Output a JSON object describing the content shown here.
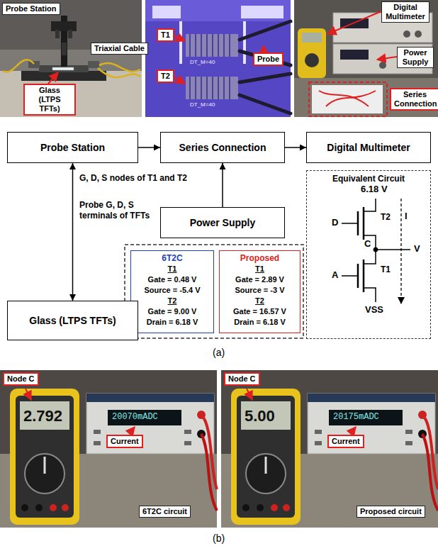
{
  "diagram": {
    "nodes": [
      {
        "text": [
          "Probe Station"
        ]
      },
      {
        "text": [
          "Triaxial Cable"
        ]
      },
      {
        "text": [
          "Glass (LTPS TFTs)"
        ]
      },
      {
        "text": [
          "T1"
        ]
      },
      {
        "text": [
          "T2"
        ]
      },
      {
        "text": [
          "Probe"
        ]
      },
      {
        "text": [
          "Digital Multimeter"
        ]
      },
      {
        "text": [
          "Power Supply"
        ]
      },
      {
        "text": [
          "Series Connection"
        ]
      },
      {
        "text": [
          "Probe Station"
        ]
      },
      {
        "text": [
          "Series Connection"
        ]
      },
      {
        "text": [
          "Digital Multimeter"
        ]
      },
      {
        "text": [
          "Equivalent Circuit"
        ]
      },
      {
        "text": [
          "Power Supply"
        ]
      },
      {
        "text": [
          "6T2C",
          "T1",
          "Gate = 0.48 V",
          "Source = -5.4 V",
          "T2",
          "Gate = 9.00 V",
          "Drain = 6.18 V"
        ]
      },
      {
        "text": [
          "Proposed",
          "T1",
          "Gate = 2.89 V",
          "Source = -3 V",
          "T2",
          "Gate = 16.57 V",
          "Drain = 6.18 V"
        ]
      },
      {
        "text": [
          "Glass (LTPS TFTs)"
        ]
      },
      {
        "text": [
          "Node C"
        ]
      },
      {
        "text": [
          "Current"
        ]
      },
      {
        "text": [
          "6T2C circuit"
        ]
      },
      {
        "text": [
          "Node C"
        ]
      },
      {
        "text": [
          "Current"
        ]
      },
      {
        "text": [
          "Proposed circuit"
        ]
      }
    ],
    "edges": [
      {
        "from": 9,
        "to": 10,
        "arrow": "to",
        "label": "G, D, S nodes of T1 and T2"
      },
      {
        "from": 10,
        "to": 11,
        "arrow": "to"
      },
      {
        "from": 13,
        "to": 10,
        "arrow": "to"
      },
      {
        "from": 9,
        "to": 16,
        "arrow": "both",
        "label": "Probe G, D, S terminals of TFTs"
      }
    ],
    "labels": [
      "DT_M=40",
      "DT_M=40",
      "6.18 V",
      "D",
      "T2",
      "I",
      "C",
      "V",
      "A",
      "T1",
      "VSS",
      "(a)",
      "2.792",
      "20070mADC",
      "5.00",
      "20175mADC",
      "(b)"
    ]
  }
}
